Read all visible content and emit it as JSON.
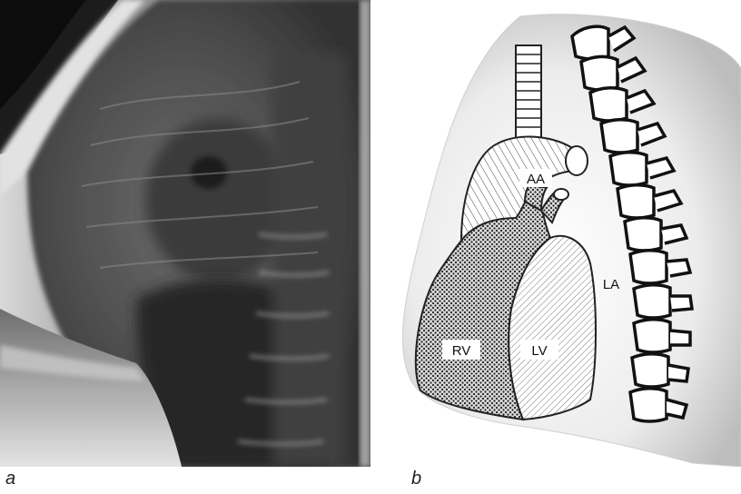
{
  "panels": {
    "a": {
      "letter": "a"
    },
    "b": {
      "letter": "b"
    }
  },
  "diagram": {
    "labels": {
      "aa": "AA",
      "rv": "RV",
      "lv": "LV",
      "la": "LA"
    }
  }
}
